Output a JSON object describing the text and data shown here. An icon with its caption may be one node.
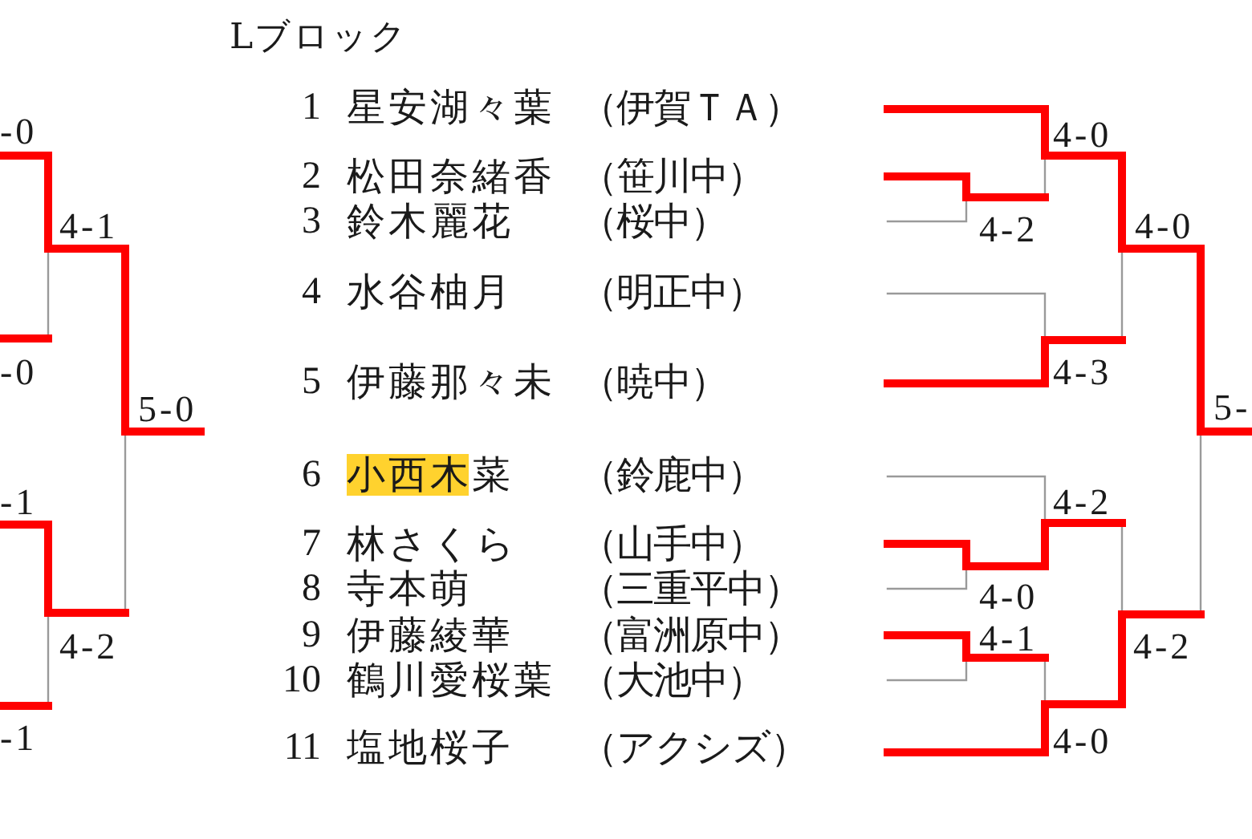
{
  "diagram": {
    "title": "Lブロック",
    "labels": [
      "-0",
      "4-1",
      "-0",
      "5-0",
      "-1",
      "4-2",
      "-1",
      "1",
      "星安湖々葉",
      "（伊賀ＴＡ）",
      "2",
      "松田奈緒香",
      "（笹川中）",
      "3",
      "鈴木麗花",
      "（桜中）",
      "4",
      "水谷柚月",
      "（明正中）",
      "5",
      "伊藤那々未",
      "（暁中）",
      "6",
      "小西木菜",
      "（鈴鹿中）",
      "7",
      "林さくら",
      "（山手中）",
      "8",
      "寺本萌",
      "（三重平中）",
      "9",
      "伊藤綾華",
      "（富洲原中）",
      "10",
      "鶴川愛桜葉",
      "（大池中）",
      "11",
      "塩地桜子",
      "（アクシズ）",
      "4-0",
      "4-2",
      "4-0",
      "4-3",
      "5-",
      "4-2",
      "4-0",
      "4-1",
      "4-2",
      "4-0"
    ]
  }
}
